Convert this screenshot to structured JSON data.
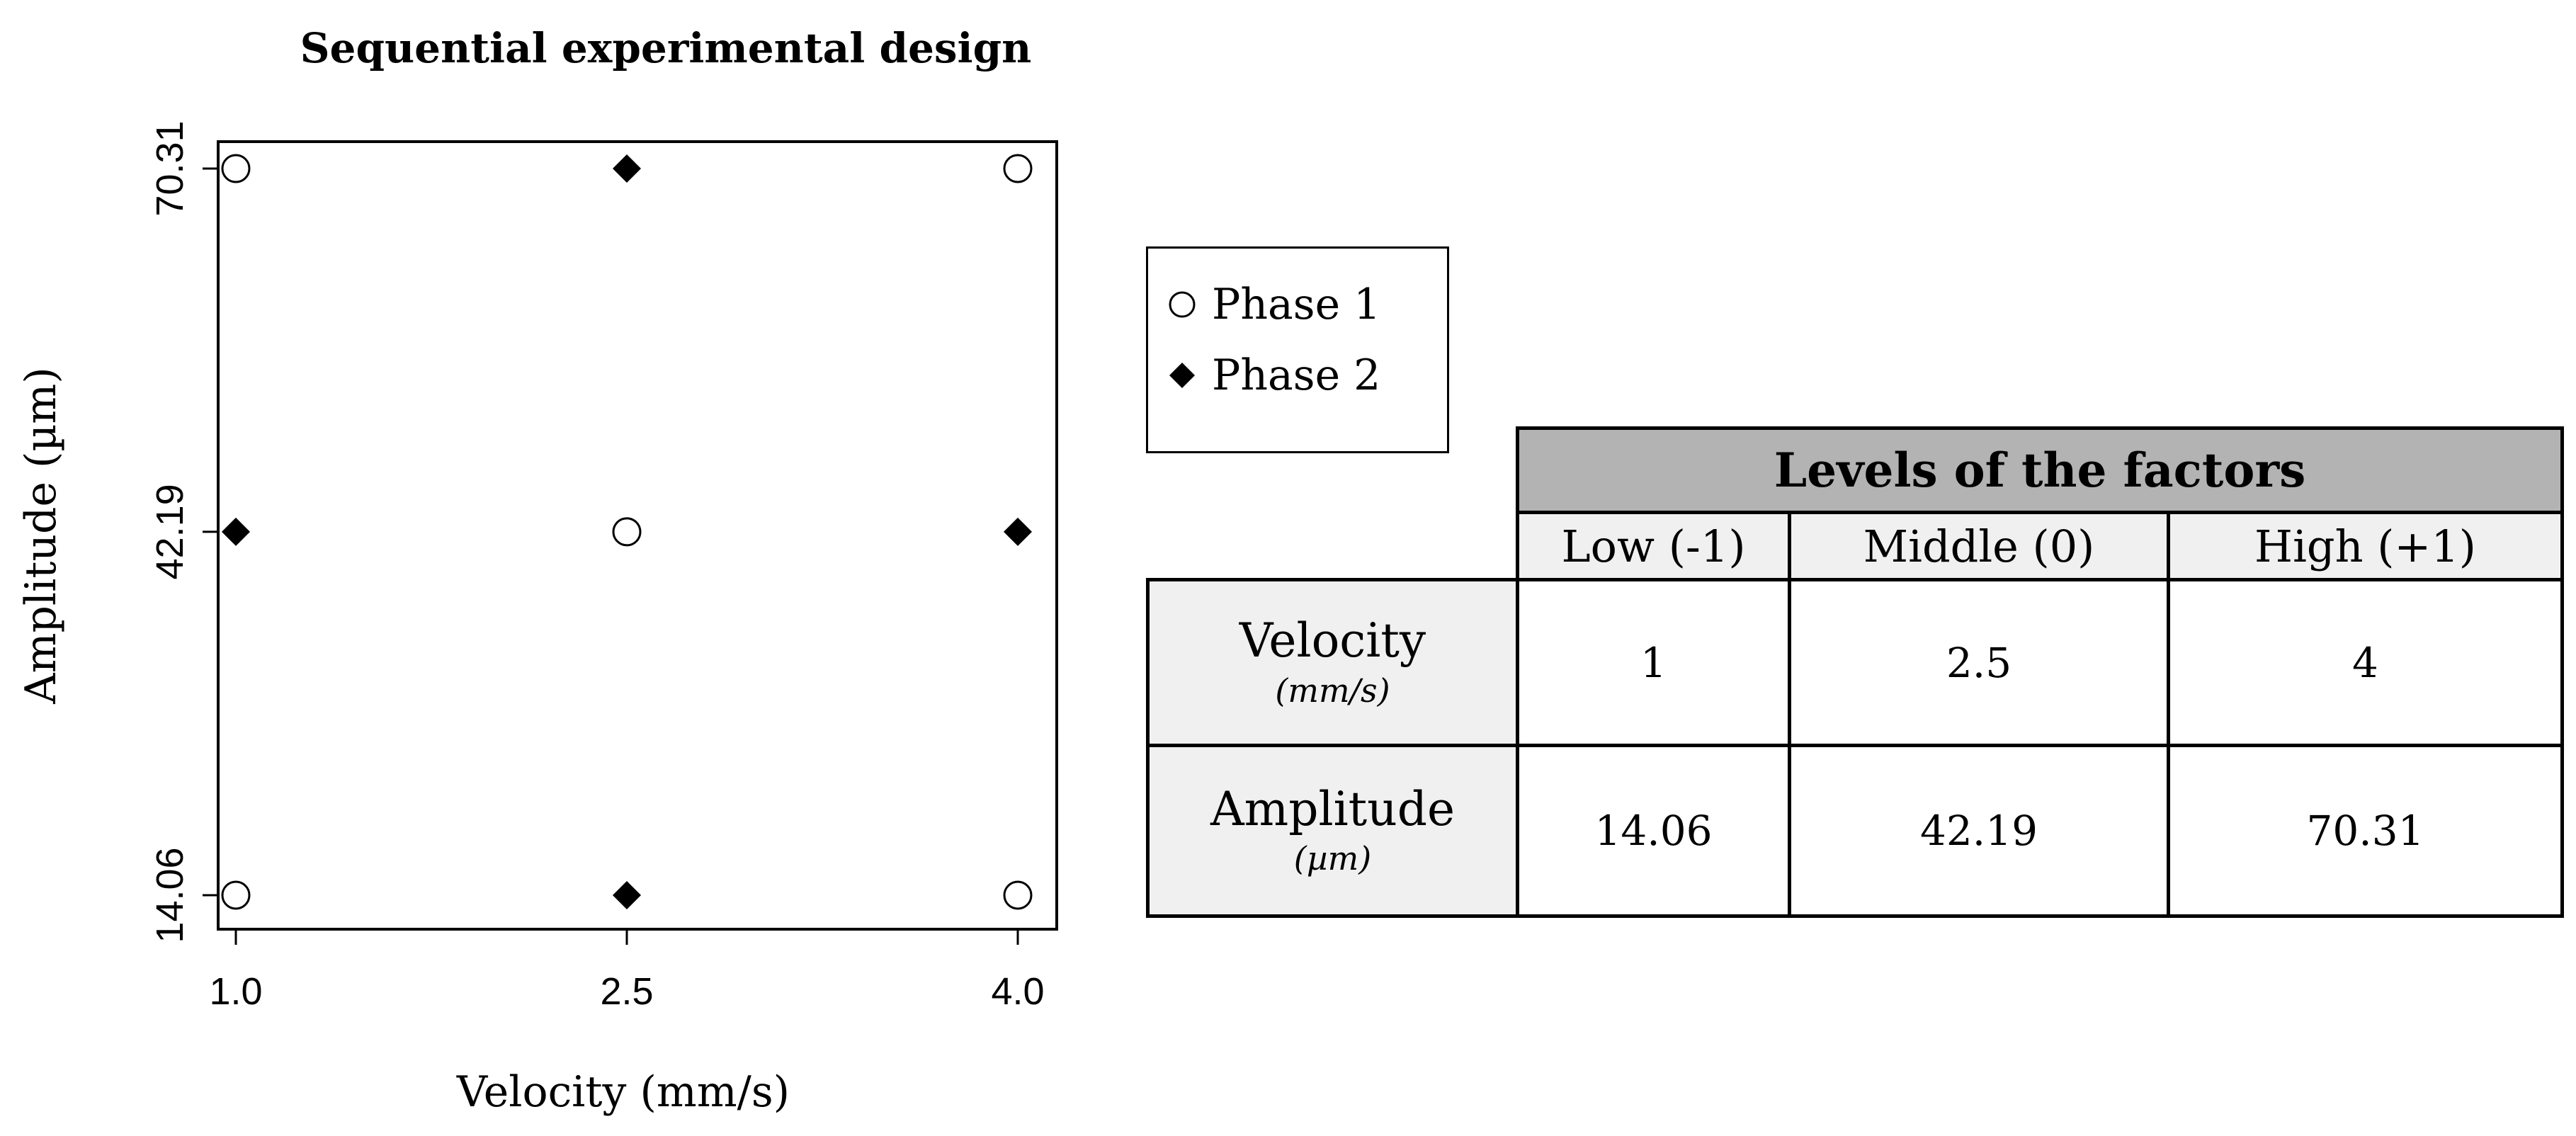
{
  "chart_data": {
    "type": "scatter",
    "title": "Sequential experimental design",
    "xlabel": "Velocity (mm/s)",
    "ylabel": "Amplitude (µm)",
    "xlim": [
      1.0,
      4.0
    ],
    "ylim": [
      14.06,
      70.31
    ],
    "x_ticks": [
      "1.0",
      "2.5",
      "4.0"
    ],
    "y_ticks": [
      "14.06",
      "42.19",
      "70.31"
    ],
    "legend_position": "right",
    "series": [
      {
        "name": "Phase 1",
        "marker": "open-circle",
        "points": [
          [
            1.0,
            70.31
          ],
          [
            4.0,
            70.31
          ],
          [
            2.5,
            42.19
          ],
          [
            1.0,
            14.06
          ],
          [
            4.0,
            14.06
          ]
        ]
      },
      {
        "name": "Phase 2",
        "marker": "filled-diamond",
        "points": [
          [
            2.5,
            70.31
          ],
          [
            1.0,
            42.19
          ],
          [
            4.0,
            42.19
          ],
          [
            2.5,
            14.06
          ]
        ]
      }
    ]
  },
  "table": {
    "header": "Levels of the factors",
    "columns": [
      "Low  (-1)",
      "Middle (0)",
      "High (+1)"
    ],
    "rows": [
      {
        "name": "Velocity",
        "unit": "(mm/s)",
        "values": [
          "1",
          "2.5",
          "4"
        ]
      },
      {
        "name": "Amplitude",
        "unit": "(µm)",
        "values": [
          "14.06",
          "42.19",
          "70.31"
        ]
      }
    ]
  },
  "colors": {
    "header_bg": "#b3b3b3",
    "subheader_bg": "#f0f0f0",
    "ink": "#000000"
  }
}
